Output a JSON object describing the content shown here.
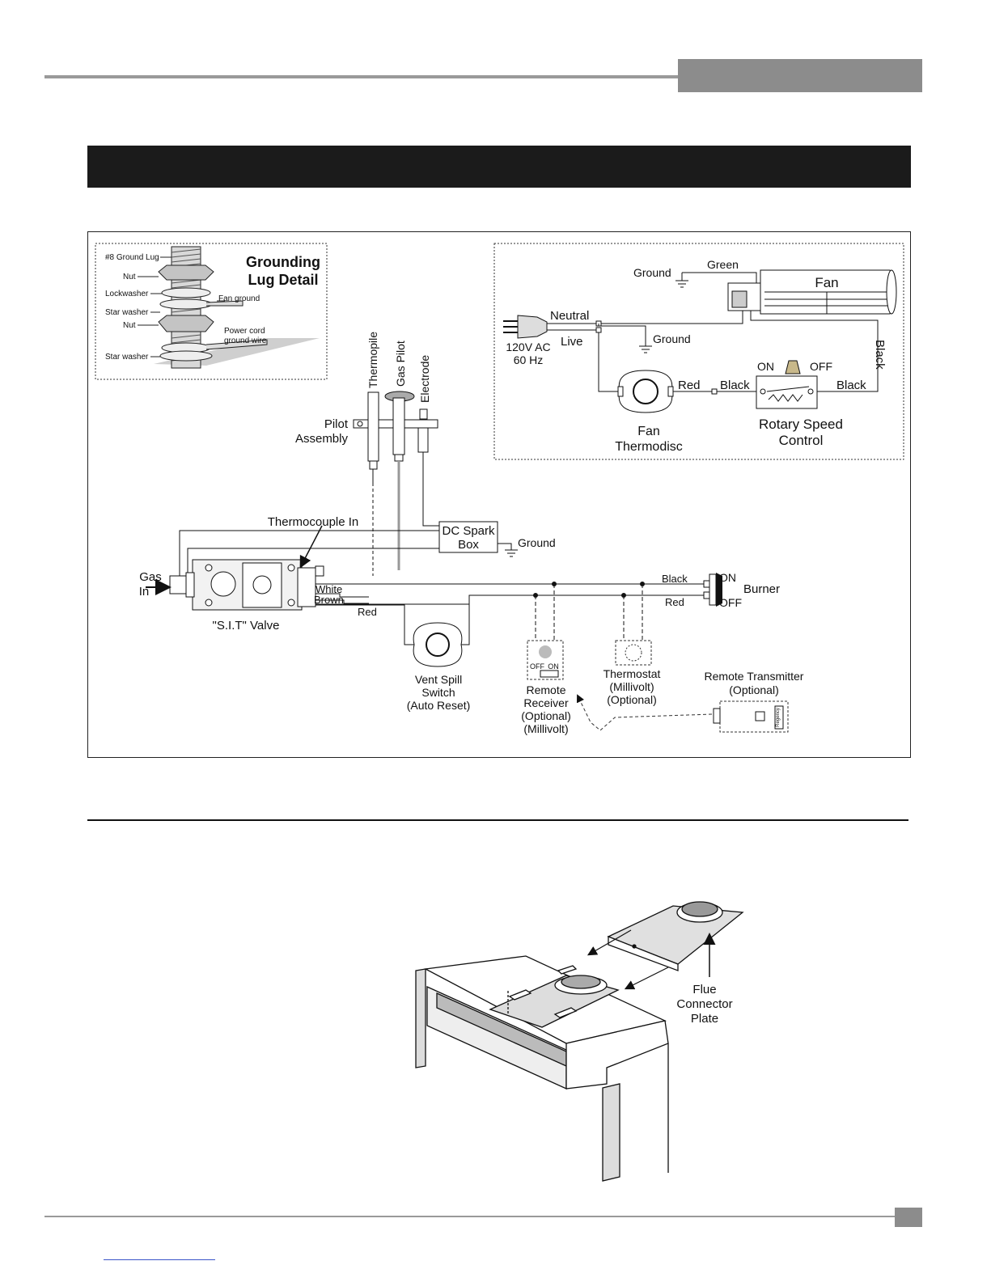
{
  "grounding_lug": {
    "title_line1": "Grounding",
    "title_line2": "Lug Detail",
    "ground_lug": "#8 Ground Lug",
    "nut_1": "Nut",
    "lockwasher": "Lockwasher",
    "fan_ground": "Fan ground",
    "star_washer_1": "Star washer",
    "nut_2": "Nut",
    "power_cord_line1": "Power cord",
    "power_cord_line2": "ground wire",
    "star_washer_2": "Star washer"
  },
  "fan_circuit": {
    "ground_top": "Ground",
    "green": "Green",
    "fan": "Fan",
    "neutral": "Neutral",
    "live": "Live",
    "ground_mid": "Ground",
    "power_line1": "120V AC",
    "power_line2": "60 Hz",
    "black_vertical": "Black",
    "on": "ON",
    "off": "OFF",
    "red": "Red",
    "black_1": "Black",
    "black_2": "Black",
    "thermodisc_line1": "Fan",
    "thermodisc_line2": "Thermodisc",
    "rotary_line1": "Rotary Speed",
    "rotary_line2": "Control"
  },
  "pilot": {
    "thermopile": "Thermopile",
    "gas_pilot": "Gas Pilot",
    "electrode": "Electrode",
    "assembly_line1": "Pilot",
    "assembly_line2": "Assembly"
  },
  "valve": {
    "thermocouple_in": "Thermocouple In",
    "spark_line1": "DC Spark",
    "spark_line2": "Box",
    "ground": "Ground",
    "gas_line1": "Gas",
    "gas_line2": "In",
    "white": "White",
    "brown": "Brown",
    "red": "Red",
    "sit_valve": "\"S.I.T\" Valve",
    "black": "Black",
    "red_2": "Red",
    "burner_on": "ON",
    "burner_off": "OFF",
    "burner": "Burner"
  },
  "accessories": {
    "vent_line1": "Vent Spill",
    "vent_line2": "Switch",
    "vent_line3": "(Auto Reset)",
    "receiver_off": "OFF",
    "receiver_on": "ON",
    "receiver_line1": "Remote",
    "receiver_line2": "Receiver",
    "receiver_line3": "(Optional)",
    "receiver_line4": "(Millivolt)",
    "thermostat_line1": "Thermostat",
    "thermostat_line2": "(Millivolt)",
    "thermostat_line3": "(Optional)",
    "transmitter_line1": "Remote Transmitter",
    "transmitter_line2": "(Optional)",
    "transmitter_brand": "Regency"
  },
  "flue": {
    "label_line1": "Flue",
    "label_line2": "Connector",
    "label_line3": "Plate"
  }
}
